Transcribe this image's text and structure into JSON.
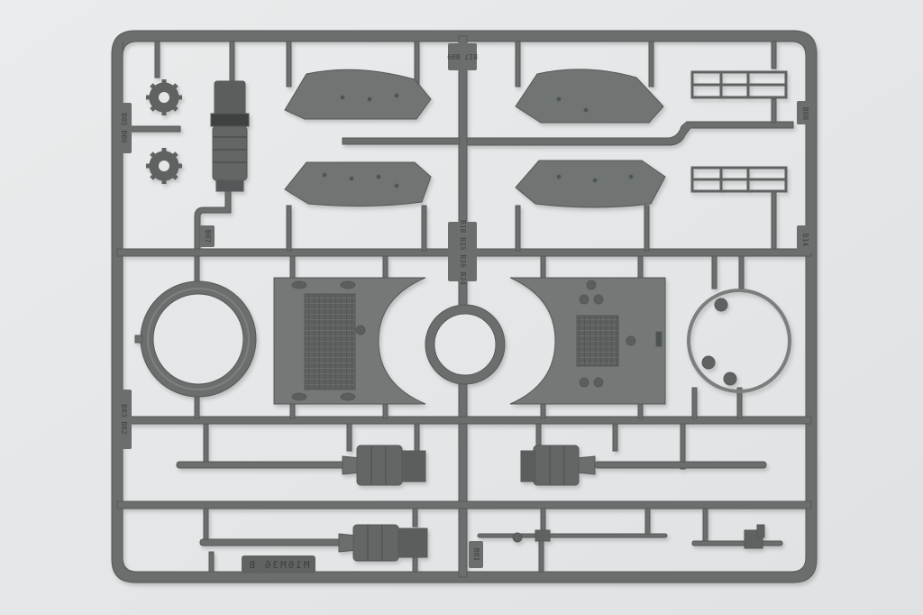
{
  "photo": {
    "subject": "plastic model kit sprue (grey styrene)",
    "background_color": "#e4e7e8",
    "plastic_color": "#6a6e6d",
    "plastic_dark": "#4f5352",
    "plastic_light": "#8a8e8d"
  },
  "labels": {
    "kit_plate": "M10M36 B",
    "top_center": "B17 B09",
    "mid_center": "B18 B15 B16 B24",
    "left_upper": "B05 B06",
    "left_lower": "B03 B02",
    "right_upper": "B08",
    "right_mid": "B14",
    "left_mid": "B07",
    "right_lower": "B01"
  }
}
